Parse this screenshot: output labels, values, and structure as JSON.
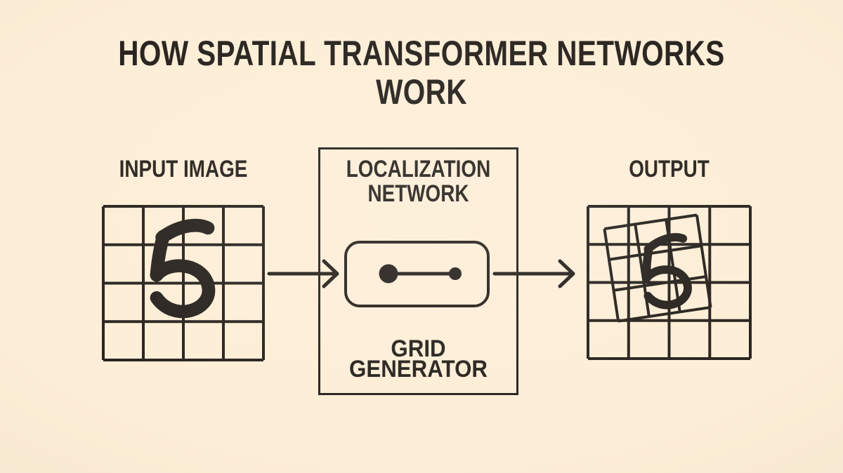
{
  "title": {
    "line1": "HOW SPATIAL TRANSFORMER NETWORKS",
    "line2": "WORK"
  },
  "colors": {
    "background": "#fdeed7",
    "ink": "#29241f"
  },
  "input": {
    "label": "INPUT IMAGE",
    "digit": "5",
    "grid": {
      "rows": 4,
      "cols": 4
    }
  },
  "module": {
    "top_label": {
      "line1": "LOCALIZATION",
      "line2": "NETWORK"
    },
    "bottom_label": {
      "line1": "GRID",
      "line2": "GENERATOR"
    }
  },
  "output": {
    "label": "OUTPUT",
    "digit": "5",
    "grid": {
      "rows": 4,
      "cols": 4
    },
    "sample_grid": {
      "rows": 3,
      "cols": 3,
      "rotation_deg": -8.5
    }
  }
}
